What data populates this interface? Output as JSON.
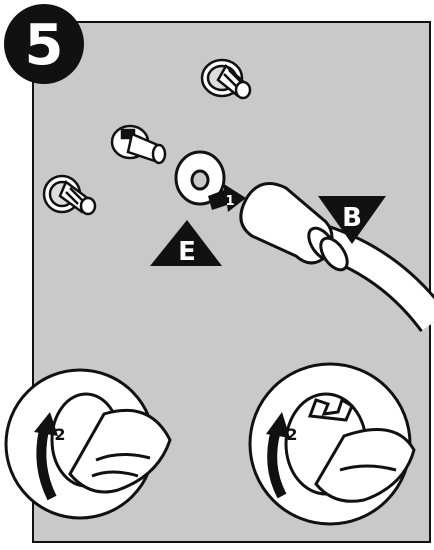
{
  "step": {
    "number": "5"
  },
  "labels": {
    "e": "E",
    "b": "B",
    "arrow_1": "1",
    "rotate_left": "2",
    "rotate_right": "2"
  },
  "colors": {
    "panel": "#c9c9c9",
    "outline": "#111111",
    "badge": "#111111",
    "white": "#ffffff"
  },
  "icons": {
    "step_badge": "circle-badge",
    "callout_e": "triangle-up-label",
    "callout_b": "triangle-down-label",
    "arrow_1": "push-arrow",
    "rotate_arrows": "curved-arrow"
  }
}
